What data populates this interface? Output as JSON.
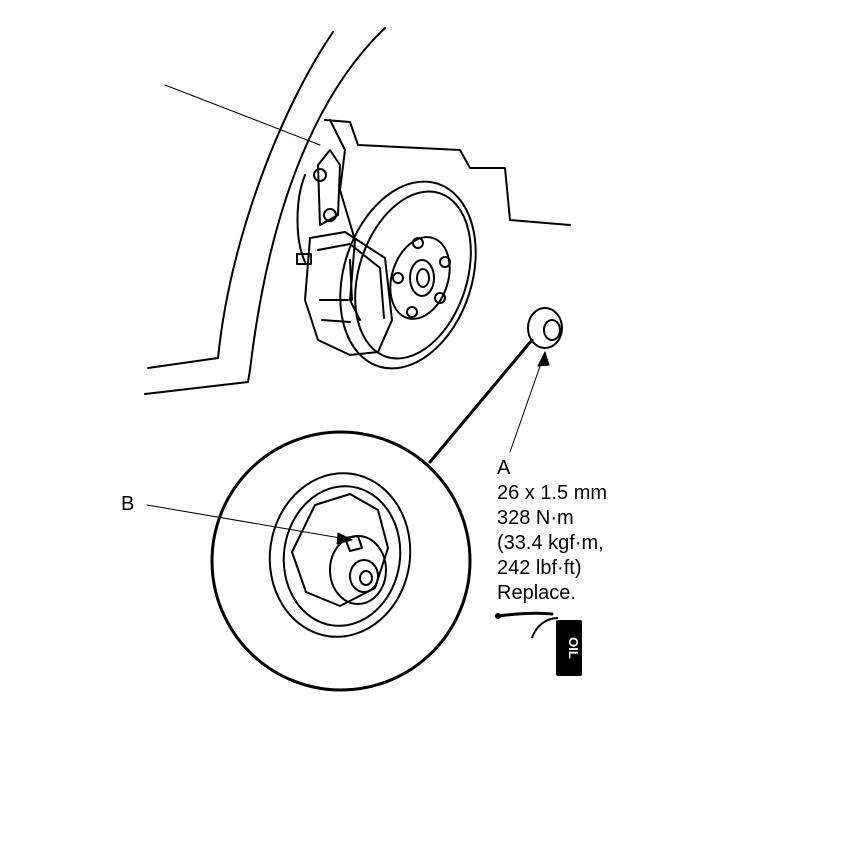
{
  "labels": {
    "callout_b": "B",
    "callout_a": "A",
    "spec_lines": [
      "26 x 1.5 mm",
      "328 N·m",
      "(33.4 kgf·m,",
      "242 lbf·ft)",
      "Replace."
    ],
    "oil_can_text": "OIL"
  }
}
